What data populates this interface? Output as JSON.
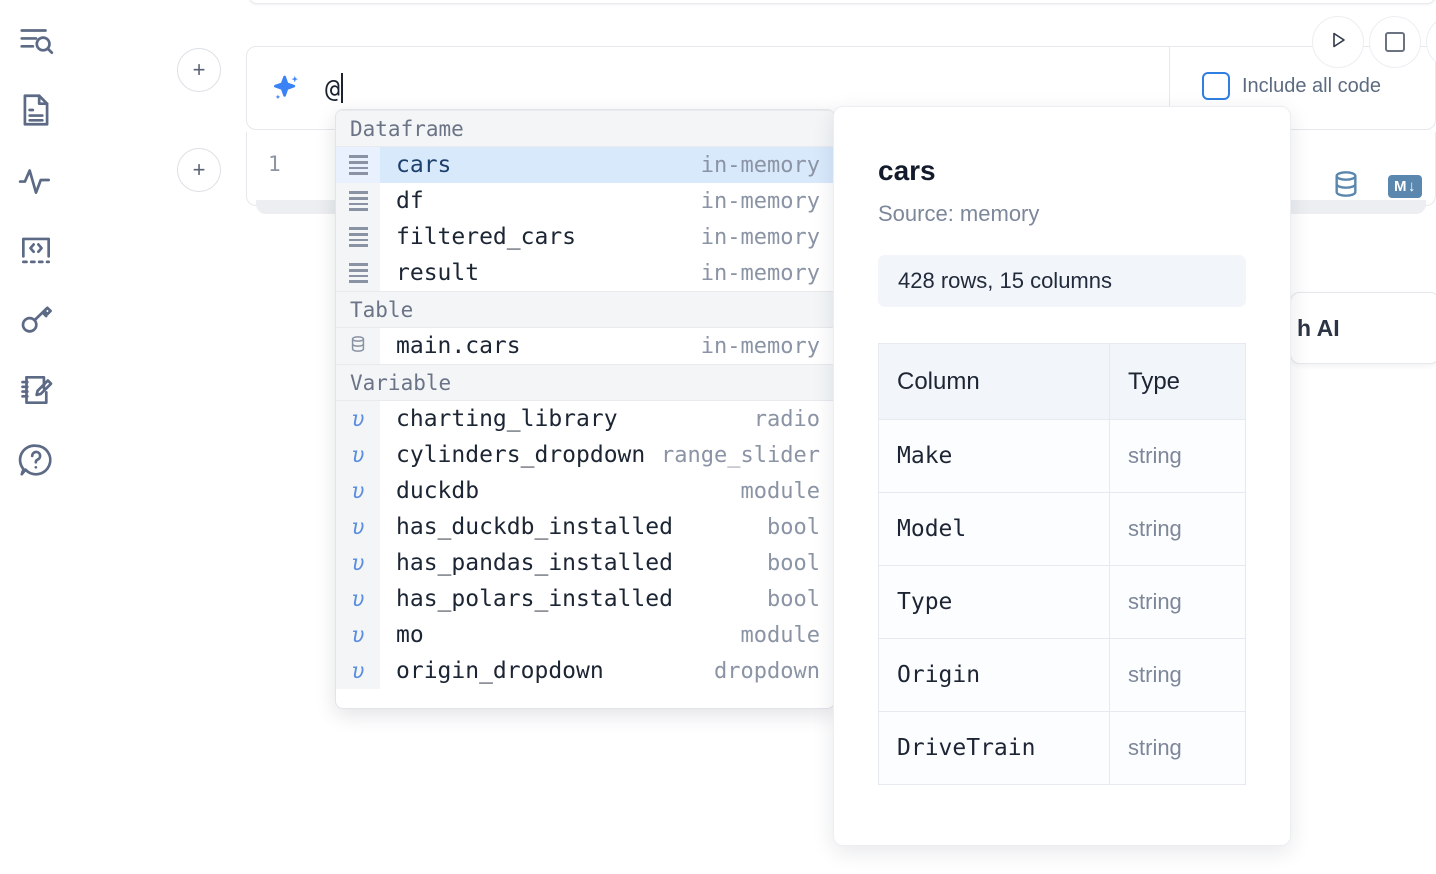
{
  "rail": {
    "items": [
      {
        "icon": "search-explore-icon",
        "label": "Explore"
      },
      {
        "icon": "notebook-document-icon",
        "label": "Notebook"
      },
      {
        "icon": "activity-pulse-icon",
        "label": "Activity"
      },
      {
        "icon": "code-snippets-icon",
        "label": "Snippets"
      },
      {
        "icon": "key-secrets-icon",
        "label": "Secrets"
      },
      {
        "icon": "scratchpad-edit-icon",
        "label": "Scratchpad"
      },
      {
        "icon": "help-question-icon",
        "label": "Help"
      }
    ]
  },
  "toolbar": {
    "run_icon": "play-triangle-icon",
    "stop_icon": "stop-square-icon",
    "run_label": "Run",
    "stop_label": "Stop"
  },
  "ai_bar": {
    "icon": "ai-sparkle-icon",
    "value": "@",
    "placeholder": "",
    "include_all_code_label": "Include all code",
    "include_all_code_checked": false,
    "add_button_label": "+"
  },
  "cell": {
    "line_number": "1",
    "sql_icon": "database-icon",
    "markdown_icon": "markdown-icon",
    "markdown_label": "M"
  },
  "floating_button": {
    "label": "h AI"
  },
  "autocomplete": {
    "groups": [
      {
        "label": "Dataframe",
        "items": [
          {
            "icon": "dataframe-icon",
            "name": "cars",
            "type": "in-memory",
            "selected": true
          },
          {
            "icon": "dataframe-icon",
            "name": "df",
            "type": "in-memory",
            "selected": false
          },
          {
            "icon": "dataframe-icon",
            "name": "filtered_cars",
            "type": "in-memory",
            "selected": false
          },
          {
            "icon": "dataframe-icon",
            "name": "result",
            "type": "in-memory",
            "selected": false
          }
        ]
      },
      {
        "label": "Table",
        "items": [
          {
            "icon": "database-icon",
            "name": "main.cars",
            "type": "in-memory",
            "selected": false
          }
        ]
      },
      {
        "label": "Variable",
        "items": [
          {
            "icon": "variable-icon",
            "name": "charting_library",
            "type": "radio",
            "selected": false
          },
          {
            "icon": "variable-icon",
            "name": "cylinders_dropdown",
            "type": "range_slider",
            "selected": false
          },
          {
            "icon": "variable-icon",
            "name": "duckdb",
            "type": "module",
            "selected": false
          },
          {
            "icon": "variable-icon",
            "name": "has_duckdb_installed",
            "type": "bool",
            "selected": false
          },
          {
            "icon": "variable-icon",
            "name": "has_pandas_installed",
            "type": "bool",
            "selected": false
          },
          {
            "icon": "variable-icon",
            "name": "has_polars_installed",
            "type": "bool",
            "selected": false
          },
          {
            "icon": "variable-icon",
            "name": "mo",
            "type": "module",
            "selected": false
          },
          {
            "icon": "variable-icon",
            "name": "origin_dropdown",
            "type": "dropdown",
            "selected": false
          }
        ]
      }
    ]
  },
  "doc_panel": {
    "title": "cars",
    "source": "Source: memory",
    "shape": "428 rows, 15 columns",
    "table": {
      "headers": [
        "Column",
        "Type"
      ],
      "rows": [
        [
          "Make",
          "string"
        ],
        [
          "Model",
          "string"
        ],
        [
          "Type",
          "string"
        ],
        [
          "Origin",
          "string"
        ],
        [
          "DriveTrain",
          "string"
        ]
      ]
    }
  },
  "colors": {
    "accent_blue": "#3b82f6",
    "selection_blue": "#d9e9fc",
    "icon_slate": "#5c6a85",
    "steel_blue": "#5a87ad"
  }
}
